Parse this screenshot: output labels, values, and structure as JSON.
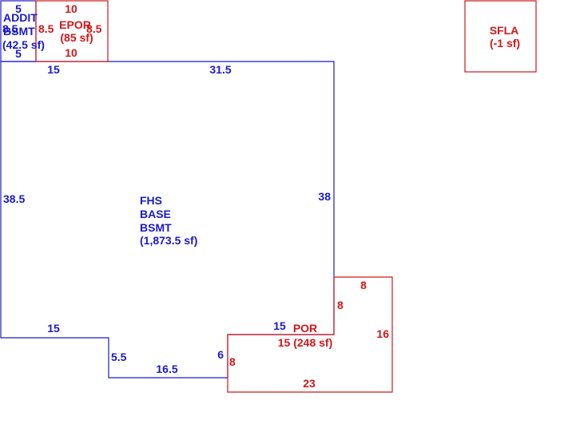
{
  "colors": {
    "main_outline": "#1a1ac8",
    "porch_outline": "#d01818"
  },
  "addition": {
    "name_line1": "ADDIT",
    "name_line2": "BSMT",
    "area": "(42.5 sf)",
    "dim_top": "5",
    "dim_bottom": "5",
    "dim_left": "8.5",
    "dim_right": "8.5"
  },
  "epor": {
    "name": "EPOR",
    "area": "(85 sf)",
    "dim_top": "10",
    "dim_bottom": "10",
    "dim_right": "8.5"
  },
  "sfla": {
    "name": "SFLA",
    "area": "(-1 sf)"
  },
  "main": {
    "name_line1": "FHS",
    "name_line2": "BASE",
    "name_line3": "BSMT",
    "area": "(1,873.5 sf)",
    "dim_top_left": "15",
    "dim_top_right": "31.5",
    "dim_left": "38.5",
    "dim_right": "38",
    "dim_bottom_left": "15",
    "dim_notch": "5.5",
    "dim_bottom_mid": "16.5",
    "dim_step": "6",
    "dim_bottom_right": "15"
  },
  "por": {
    "name": "POR",
    "area": "15 (248 sf)",
    "dim_top": "8",
    "dim_left_upper": "8",
    "dim_left_lower": "8",
    "dim_right": "16",
    "dim_bottom": "23"
  }
}
